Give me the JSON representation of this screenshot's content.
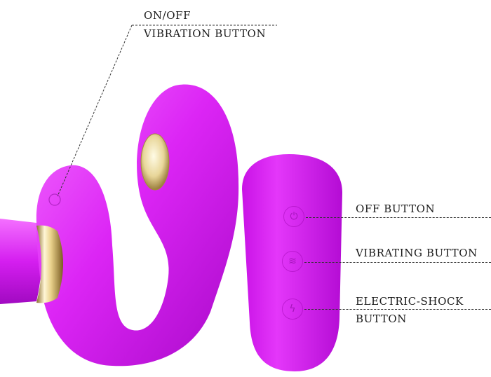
{
  "labels": {
    "top_line1": "ON/OFF",
    "top_line2": "VIBRATION BUTTON",
    "off": "OFF BUTTON",
    "vibrating": "VIBRATING BUTTON",
    "shock_line1": "ELECTRIC-SHOCK",
    "shock_line2": "BUTTON"
  },
  "icons": {
    "power": "power-icon",
    "vibration": "vibration-wave-icon",
    "shock": "lightning-bolt-icon"
  },
  "colors": {
    "body": "#d21ff0",
    "body_light": "#f25bff",
    "body_dark": "#a30bc2",
    "gold": "#e6d7a2"
  }
}
